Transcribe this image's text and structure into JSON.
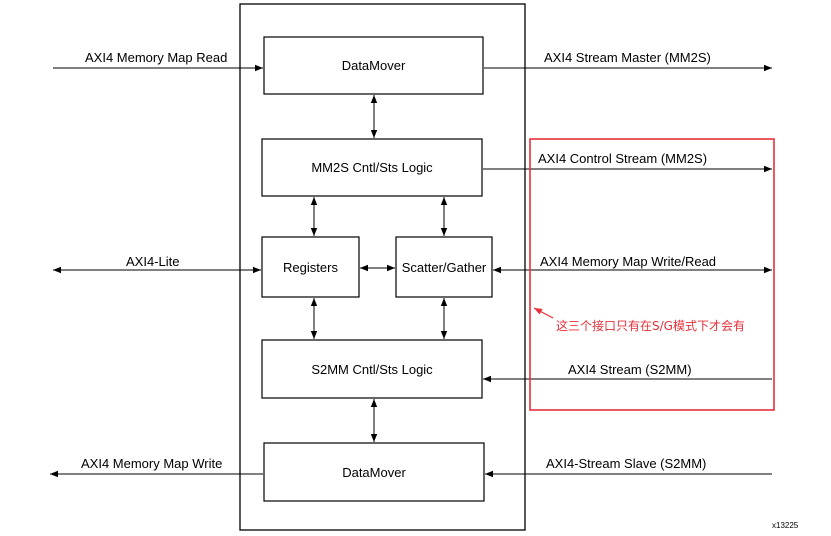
{
  "blocks": {
    "datamover_top": "DataMover",
    "mm2s_logic": "MM2S Cntl/Sts Logic",
    "registers": "Registers",
    "scatter_gather": "Scatter/Gather",
    "s2mm_logic": "S2MM Cntl/Sts Logic",
    "datamover_bottom": "DataMover"
  },
  "interfaces": {
    "mm_read": "AXI4 Memory Map Read",
    "axi_lite": "AXI4-Lite",
    "mm_write": "AXI4 Memory Map Write",
    "stream_master": "AXI4 Stream Master (MM2S)",
    "control_stream": "AXI4 Control Stream (MM2S)",
    "mm_write_read": "AXI4 Memory Map Write/Read",
    "stream_s2mm": "AXI4 Stream (S2MM)",
    "stream_slave": "AXI4-Stream Slave (S2MM)"
  },
  "annotation": {
    "text": "这三个接口只有在S/G模式下才会有",
    "color": "#e8303a"
  },
  "figure_id": "x13225"
}
